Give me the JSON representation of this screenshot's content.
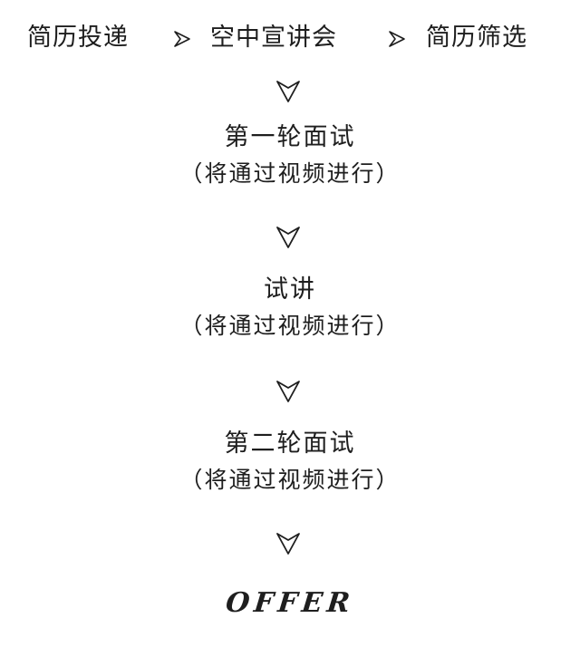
{
  "top_row": {
    "steps": [
      "简历投递",
      "空中宣讲会",
      "简历筛选"
    ]
  },
  "stages": [
    {
      "title": "第一轮面试",
      "note": "（将通过视频进行）"
    },
    {
      "title": "试讲",
      "note": "（将通过视频进行）"
    },
    {
      "title": "第二轮面试",
      "note": "（将通过视频进行）"
    }
  ],
  "final": {
    "label": "OFFER"
  },
  "colors": {
    "ink": "#1e1e1e",
    "background": "#ffffff"
  },
  "icons": {
    "horizontal": "chevron-right-icon",
    "vertical": "chevron-down-icon"
  }
}
